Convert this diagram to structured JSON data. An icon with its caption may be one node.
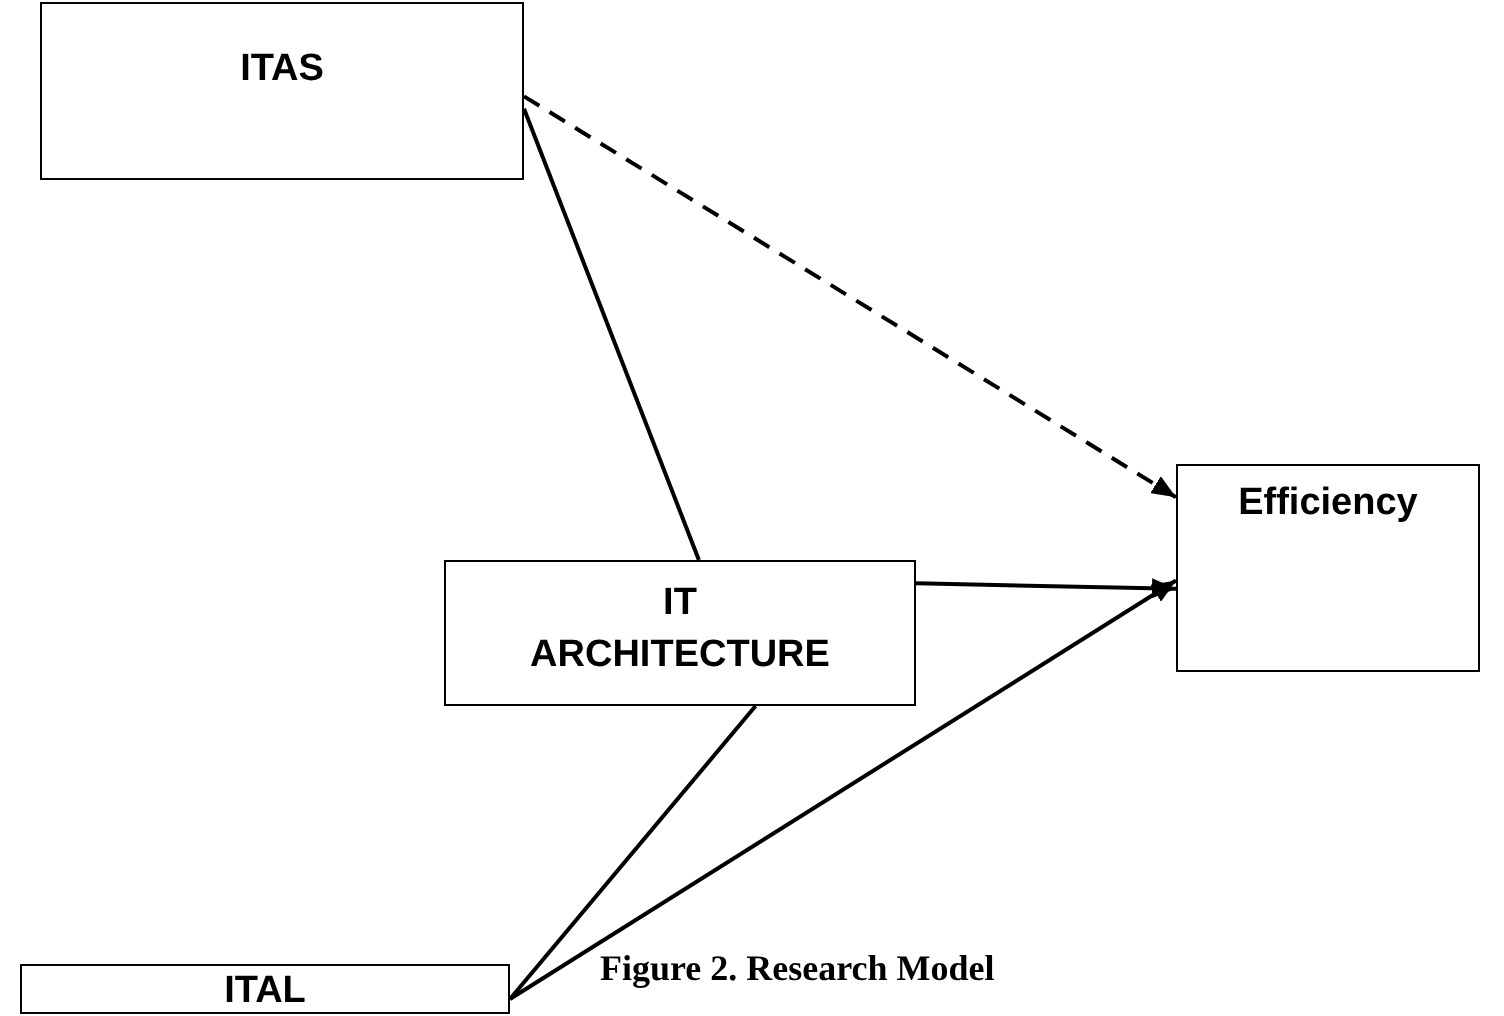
{
  "diagram": {
    "caption": "Figure 2. Research Model",
    "nodes": [
      {
        "text": [
          "ITAS"
        ]
      },
      {
        "text": [
          "IT ARCHITECTURE"
        ]
      },
      {
        "text": [
          "Efficiency"
        ]
      },
      {
        "text": [
          "ITAL"
        ]
      }
    ],
    "edges": [
      {
        "from": 0,
        "to": 2,
        "arrow": "to",
        "style": "dashed"
      },
      {
        "from": 0,
        "to": 1,
        "arrow": "none"
      },
      {
        "from": 1,
        "to": 2,
        "arrow": "to"
      },
      {
        "from": 3,
        "to": 1,
        "arrow": "none"
      },
      {
        "from": 3,
        "to": 2,
        "arrow": "to"
      }
    ]
  }
}
